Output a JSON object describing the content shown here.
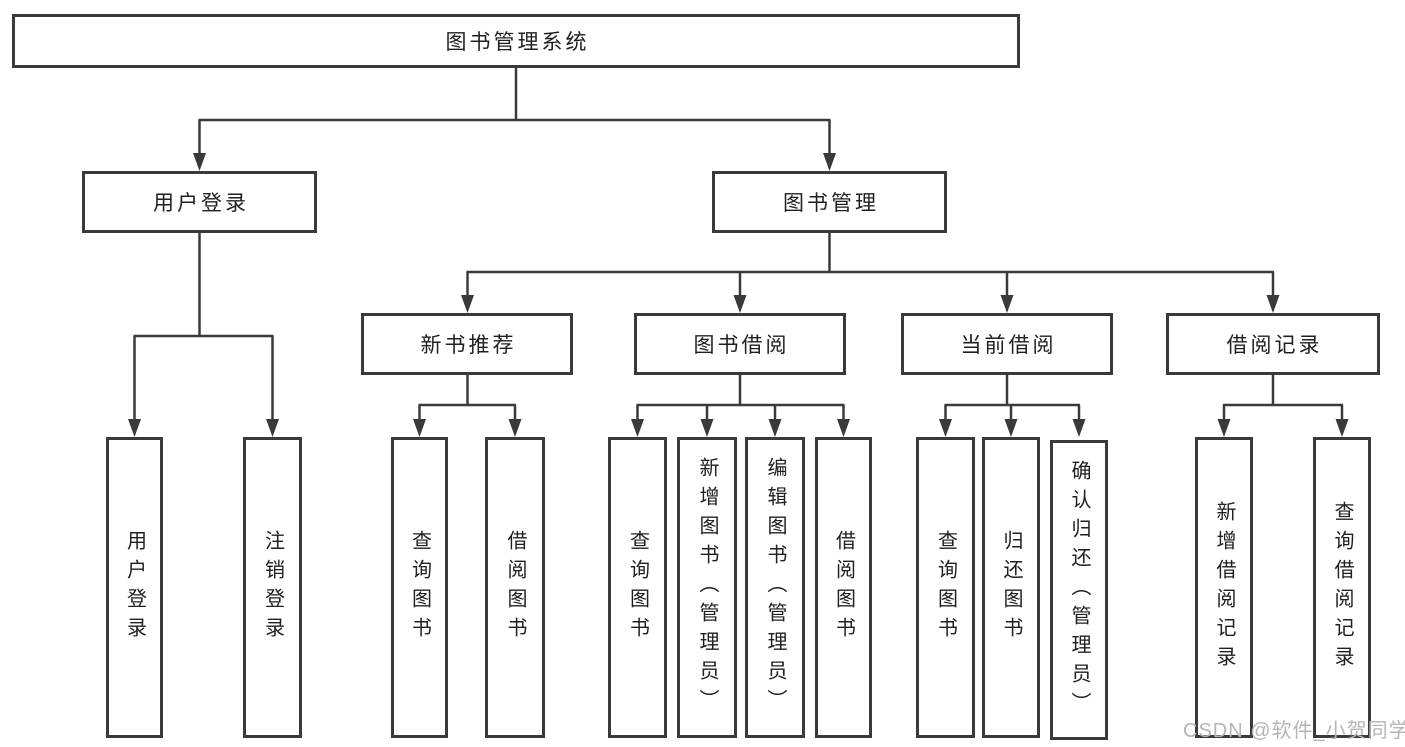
{
  "diagram": {
    "root": "图书管理系统",
    "level2": [
      "用户登录",
      "图书管理"
    ],
    "level3": [
      "新书推荐",
      "图书借阅",
      "当前借阅",
      "借阅记录"
    ],
    "leaves": {
      "user_login": [
        "用户登录",
        "注销登录"
      ],
      "new_book_recommend": [
        "查询图书",
        "借阅图书"
      ],
      "book_borrow": [
        "查询图书",
        "新增图书（管理员）",
        "编辑图书（管理员）",
        "借阅图书"
      ],
      "current_borrow": [
        "查询图书",
        "归还图书",
        "确认归还（管理员）"
      ],
      "borrow_record": [
        "新增借阅记录",
        "查询借阅记录"
      ]
    },
    "watermark": "CSDN @软件_小贺同学",
    "colors": {
      "line": "#3a3a3a",
      "box_border": "#3a3a3a",
      "text": "#202020",
      "watermark": "#b5b5b5",
      "background": "#ffffff"
    }
  }
}
